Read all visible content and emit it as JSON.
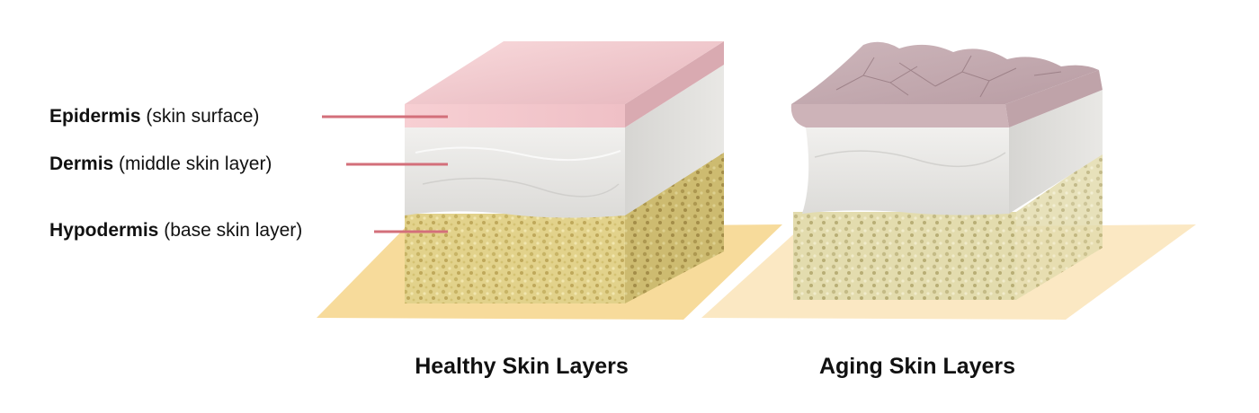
{
  "labels": [
    {
      "term": "Epidermis",
      "desc": "(skin surface)"
    },
    {
      "term": "Dermis",
      "desc": "(middle skin layer)"
    },
    {
      "term": "Hypodermis",
      "desc": "(base skin layer)"
    }
  ],
  "captions": {
    "healthy": "Healthy Skin Layers",
    "aging": "Aging Skin Layers"
  },
  "colors": {
    "leader_line": "#d36f7a",
    "base_plate": "#f6d58a",
    "epidermis_healthy": "#f3c9ce",
    "epidermis_aging": "#c9aeb4",
    "dermis": "#e6e5e2",
    "hypodermis": "#e4d48e"
  }
}
